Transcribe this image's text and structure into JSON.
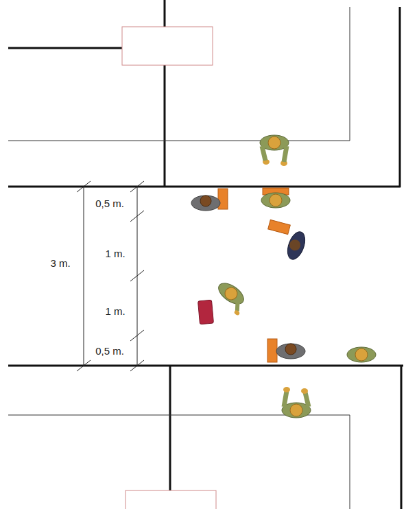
{
  "diagram": {
    "labels": [
      "3 m.",
      "0,5 m.",
      "1 m.",
      "1 m.",
      "0,5 m."
    ]
  }
}
